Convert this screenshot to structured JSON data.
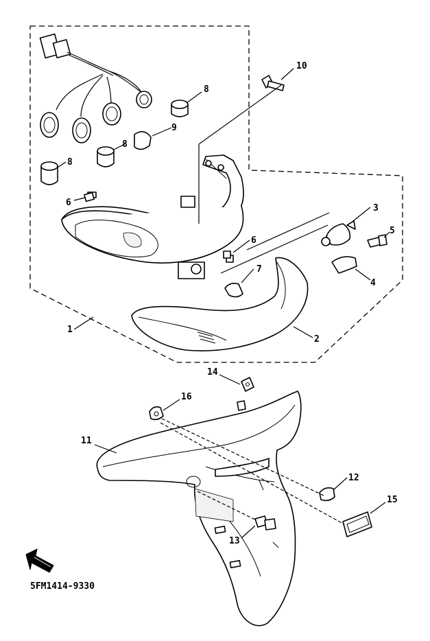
{
  "labels": {
    "p1": "1",
    "p2": "2",
    "p3": "3",
    "p4": "4",
    "p5": "5",
    "p6a": "6",
    "p6b": "6",
    "p7": "7",
    "p8a": "8",
    "p8b": "8",
    "p8c": "8",
    "p9": "9",
    "p10": "10",
    "p11": "11",
    "p12": "12",
    "p13": "13",
    "p14": "14",
    "p15": "15",
    "p16": "16"
  },
  "drawing_code": "5FM1414-9330",
  "icons": {
    "direction": "front-arrow-icon"
  }
}
